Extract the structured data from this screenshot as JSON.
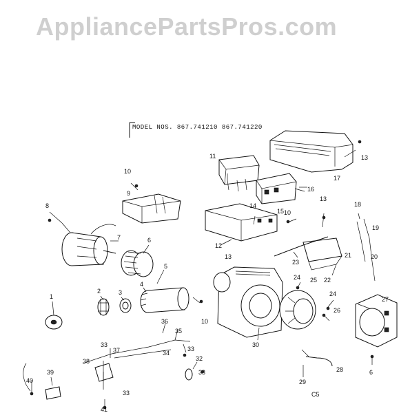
{
  "watermark": "AppliancePartsPros.com",
  "model_header": "MODEL NOS.  867.741210  867.741220",
  "sheet_code": "C5",
  "callouts": [
    {
      "id": "c1",
      "text": "1"
    },
    {
      "id": "c2",
      "text": "2"
    },
    {
      "id": "c3",
      "text": "3"
    },
    {
      "id": "c4",
      "text": "4"
    },
    {
      "id": "c5",
      "text": "5"
    },
    {
      "id": "c6",
      "text": "6"
    },
    {
      "id": "c7",
      "text": "7"
    },
    {
      "id": "c8",
      "text": "8"
    },
    {
      "id": "c9",
      "text": "9"
    },
    {
      "id": "c10a",
      "text": "10"
    },
    {
      "id": "c10b",
      "text": "10"
    },
    {
      "id": "c10c",
      "text": "10"
    },
    {
      "id": "c11",
      "text": "11"
    },
    {
      "id": "c12",
      "text": "12"
    },
    {
      "id": "c13a",
      "text": "13"
    },
    {
      "id": "c13b",
      "text": "13"
    },
    {
      "id": "c13c",
      "text": "13"
    },
    {
      "id": "c14",
      "text": "14"
    },
    {
      "id": "c15",
      "text": "15"
    },
    {
      "id": "c16",
      "text": "16"
    },
    {
      "id": "c17",
      "text": "17"
    },
    {
      "id": "c18",
      "text": "18"
    },
    {
      "id": "c19",
      "text": "19"
    },
    {
      "id": "c20",
      "text": "20"
    },
    {
      "id": "c21",
      "text": "21"
    },
    {
      "id": "c22",
      "text": "22"
    },
    {
      "id": "c23",
      "text": "23"
    },
    {
      "id": "c24a",
      "text": "24"
    },
    {
      "id": "c24b",
      "text": "24"
    },
    {
      "id": "c25",
      "text": "25"
    },
    {
      "id": "c26",
      "text": "26"
    },
    {
      "id": "c27",
      "text": "27"
    },
    {
      "id": "c28",
      "text": "28"
    },
    {
      "id": "c29",
      "text": "29"
    },
    {
      "id": "c30",
      "text": "30"
    },
    {
      "id": "c32",
      "text": "32"
    },
    {
      "id": "c33a",
      "text": "33"
    },
    {
      "id": "c33b",
      "text": "33"
    },
    {
      "id": "c33c",
      "text": "33"
    },
    {
      "id": "c33d",
      "text": "33"
    },
    {
      "id": "c34",
      "text": "34"
    },
    {
      "id": "c35",
      "text": "35"
    },
    {
      "id": "c36",
      "text": "36"
    },
    {
      "id": "c37",
      "text": "37"
    },
    {
      "id": "c38",
      "text": "38"
    },
    {
      "id": "c39",
      "text": "39"
    },
    {
      "id": "c40",
      "text": "40"
    },
    {
      "id": "c41",
      "text": "41"
    },
    {
      "id": "c6b",
      "text": "6"
    }
  ]
}
